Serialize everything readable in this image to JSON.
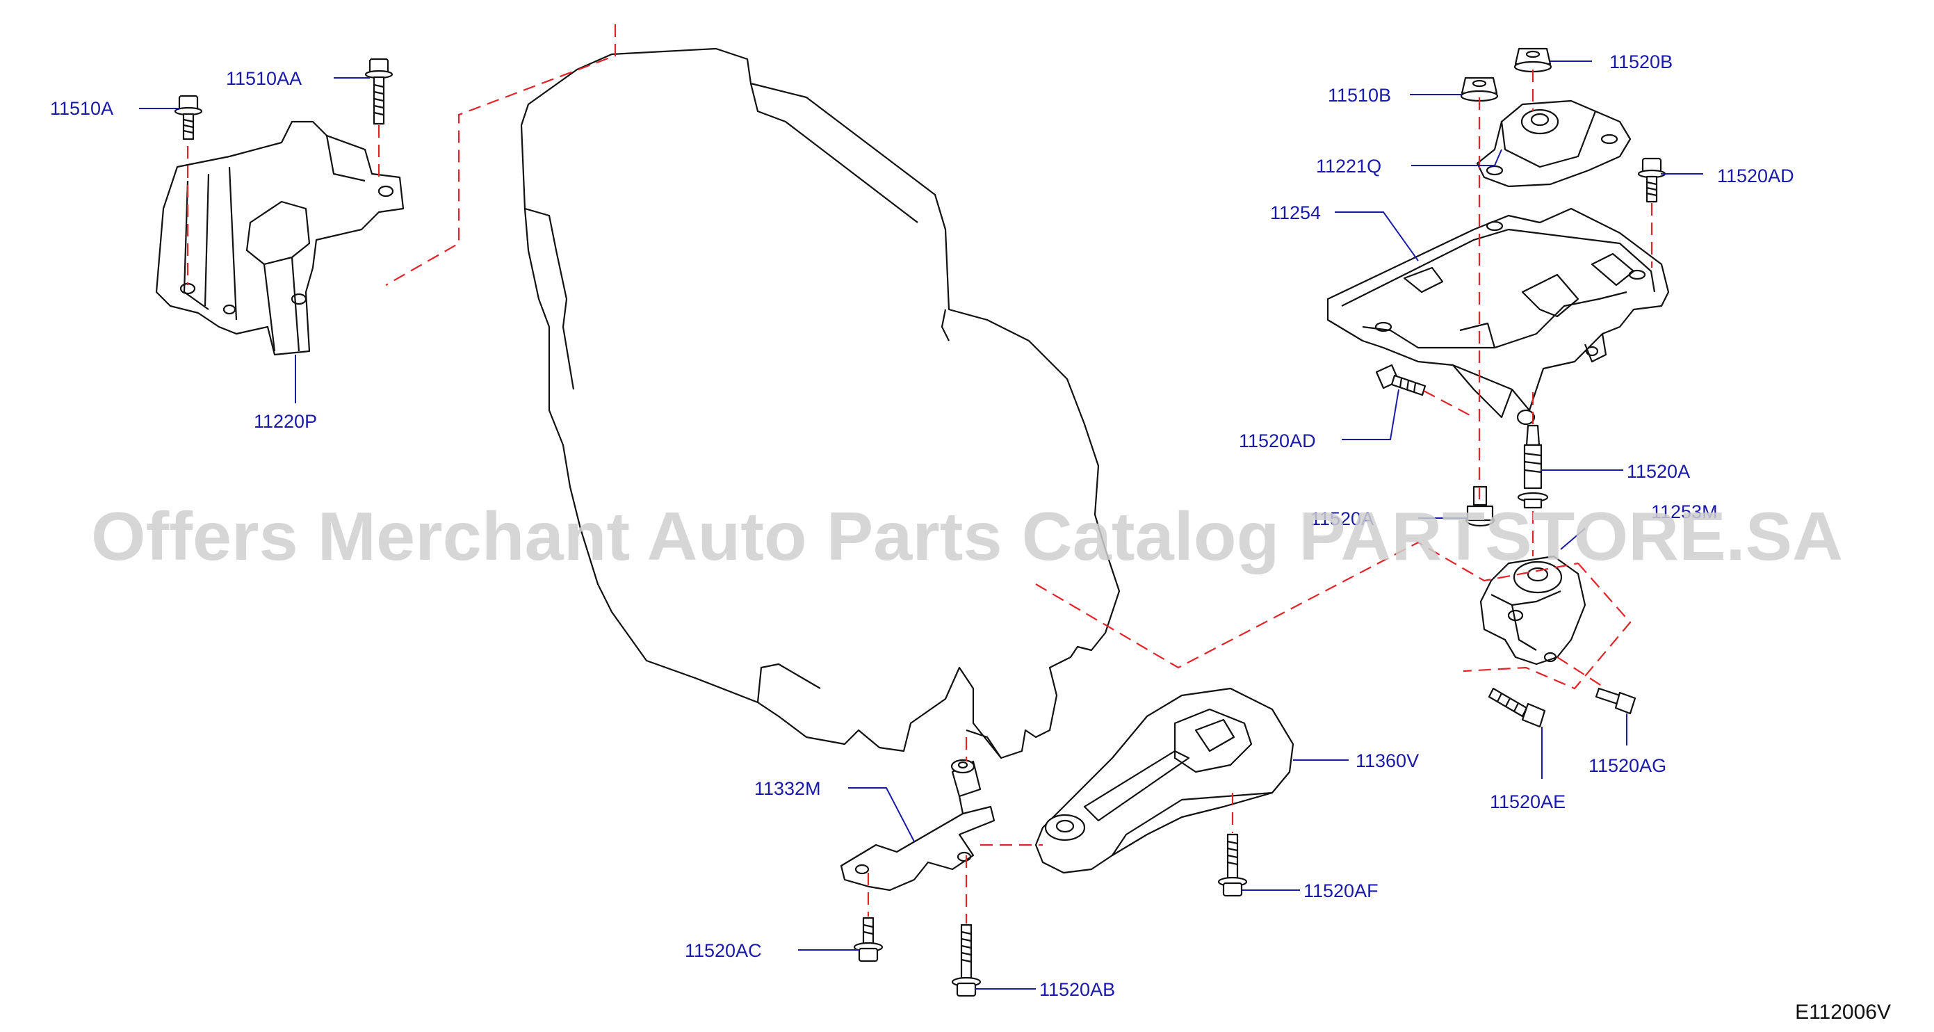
{
  "watermark": "Offers Merchant Auto Parts Catalog PARTSTORE.SA",
  "diagram_code": "E112006V",
  "part_labels": {
    "p11510A": "11510A",
    "p11510AA": "11510AA",
    "p11220P": "11220P",
    "p11520B": "11520B",
    "p11510B": "11510B",
    "p11221Q": "11221Q",
    "p11520AD_top": "11520AD",
    "p11254": "11254",
    "p11520AD_left": "11520AD",
    "p11520A_right": "11520A",
    "p11520A_left": "11520A",
    "p11253M": "11253M",
    "p11360V": "11360V",
    "p11332M": "11332M",
    "p11520AF": "11520AF",
    "p11520AE": "11520AE",
    "p11520AG": "11520AG",
    "p11520AC": "11520AC",
    "p11520AB": "11520AB"
  },
  "colors": {
    "label": "#1a1aa8",
    "dash": "#e0242a",
    "outline": "#111111",
    "watermark": "#cfcfcf"
  }
}
